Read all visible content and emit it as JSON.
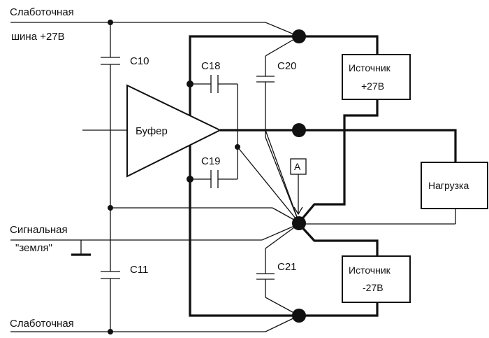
{
  "diagram": {
    "rail_top_label_1": "Слаботочная",
    "rail_top_label_2": "шина +27В",
    "signal_ground_label_1": "Сигнальная",
    "signal_ground_label_2": "\"земля\"",
    "rail_bottom_label_1": "Слаботочная",
    "capacitors": {
      "c10": "C10",
      "c11": "C11",
      "c18": "C18",
      "c19": "C19",
      "c20": "C20",
      "c21": "C21"
    },
    "buffer_label": "Буфер",
    "source_pos_label_1": "Источник",
    "source_pos_label_2": "+27В",
    "source_neg_label_1": "Источник",
    "source_neg_label_2": "-27В",
    "load_label": "Нагрузка",
    "point_a_label": "А"
  },
  "colors": {
    "line": "#111111",
    "background": "#ffffff"
  }
}
